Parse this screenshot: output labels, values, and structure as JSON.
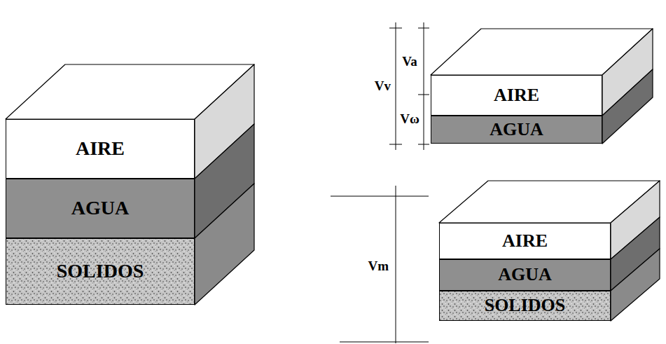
{
  "diagram": {
    "nodes": [
      {
        "text": [
          "AIRE"
        ]
      },
      {
        "text": [
          "AGUA"
        ]
      },
      {
        "text": [
          "SOLIDOS"
        ]
      },
      {
        "text": [
          "AIRE"
        ]
      },
      {
        "text": [
          "AGUA"
        ]
      },
      {
        "text": [
          "AIRE"
        ]
      },
      {
        "text": [
          "AGUA"
        ]
      },
      {
        "text": [
          "SOLIDOS"
        ]
      }
    ],
    "labels": [
      "Va",
      "Vv",
      "Vω",
      "Vm"
    ]
  }
}
